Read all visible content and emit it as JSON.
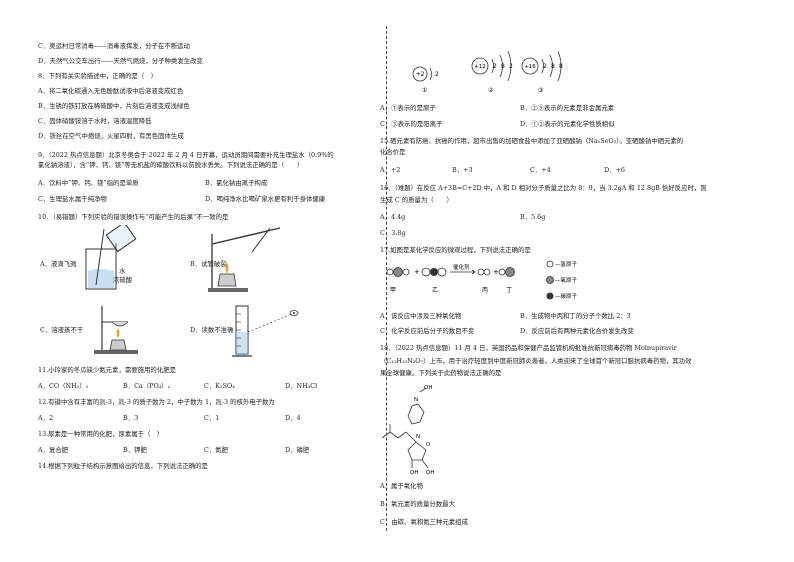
{
  "left": {
    "q7_c": "C．奥运村日常消毒——消毒液挥发，分子在不断运动",
    "q7_d": "D．天然气公交车出行——天然气燃烧，分子种类发生改变",
    "q8_stem": "8．下列有关实验描述中，正确的是（　）",
    "q8_a": "A．将二氧化碳通入无色酚酞试液中后溶液变成红色",
    "q8_b": "B．生锈的铁钉放在稀硫酸中，片刻后溶液变成浅绿色",
    "q8_c": "C．固体硝酸铵溶于水时，溶液温度降低",
    "q8_d": "D．铁丝在空气中燃烧，火星四射，有黑色固体生成",
    "q9_tag": "（2022 热点信息题）",
    "q9_stem_1": "9．（2022 热点信息题）北京冬奥会于 2022 年 2 月 4 日开幕，运动员期间需要补充生理盐水（0.9%的",
    "q9_stem_2": "氯化钠溶液），含“钾、钙、镁”等无机盐的碳酸饮料以防脱水丢失。下列说法正确的是（　　）",
    "q9_a": "A．饮料中“钾、钙、镁”指的是单质",
    "q9_b": "B．氯化钠由离子构成",
    "q9_c": "C．生理盐水属于纯净物",
    "q9_d": "D．喝纯净水比喝矿泉水更有利于身体健康",
    "q10_stem": "10．（易错题）下列实验的错误操作与“可能产生的后果”不一致的是",
    "q10_a": "A．液滴飞溅",
    "q10_a_label_water": "水",
    "q10_a_label_acid": "浓硫酸",
    "q10_b": "B．试管破裂",
    "q10_c": "C．溶液蒸不干",
    "q10_d": "D．读数不准确",
    "q11_stem": "11.小玲家的冬瓜缺少氮元素，需要施用的化肥是",
    "q11_a": "A．CO（NH₂）₂",
    "q11_b": "B．Ca（PO₄）₂",
    "q11_c": "C．K₂SO₄",
    "q11_d": "D．NH₄Cl",
    "q12_stem": "12.有键中含有丰富的氚-3，氚-3 的质子数为 2，中子数为 1，氚-3 的核外电子数为",
    "q12_a": "A．2",
    "q12_b": "B．3",
    "q12_c": "C．1",
    "q12_d": "D．4",
    "q13_stem": "13.尿素是一种常用的化肥，尿素属于（　）",
    "q13_a": "A．复合肥",
    "q13_b": "B．钾肥",
    "q13_c": "C．氮肥",
    "q13_d": "D．磷肥",
    "q14_stem": "14.根据下列粒子结构示意图给出的信息，下列说法正确的是"
  },
  "right": {
    "atoms": [
      {
        "nucleus": "+2",
        "shells": [
          "2"
        ],
        "label": "①"
      },
      {
        "nucleus": "+12",
        "shells": [
          "2",
          "8",
          "2"
        ],
        "label": "②"
      },
      {
        "nucleus": "+16",
        "shells": [
          "2",
          "8",
          "8"
        ],
        "label": "③"
      }
    ],
    "q14_a": "A．①表示的是原子",
    "q14_b": "B．②③表示的元素是非金属元素",
    "q14_c": "C．③表示的是阳离子",
    "q14_d": "D．①②表示的元素化学性质相似",
    "q15_stem_1": "15.硒元素有防癌、抗癌的作用，超市出售的加硒食盐中添加了亚硒酸钠（Na₂SeO₃）。亚硒酸钠中硒元素的",
    "q15_stem_2": "化合价是",
    "q15_a": "A．+2",
    "q15_b": "B．+3",
    "q15_c": "C．+4",
    "q15_d": "D．+6",
    "q16_stem_1": "16．（难题）在反应 A+3B=C+2D 中，A 和 D 相对分子质量之比为 8：9，当 3.2gA 和 12.8gB 恰好反应时，则",
    "q16_stem_2": "生成 C 的质量为（　　）",
    "q16_a": "A．4.4g",
    "q16_b": "B．5.6g",
    "q16_c": "C．3.8g",
    "q17_stem": "17.如图是某化学反应的微观过程，下列说法正确的是",
    "q17_catalyst": "催化剂",
    "q17_names": [
      "甲",
      "乙",
      "丙",
      "丁"
    ],
    "q17_legend": [
      "—氢原子",
      "—氧原子",
      "—碳原子"
    ],
    "q17_a": "A．该反应中涉及三种氧化物",
    "q17_b": "B．生成物中丙和丁的分子个数比 2：3",
    "q17_c": "C．化学反应前后分子的数目不变",
    "q17_d": "D．反应前后有两种元素化合价发生改变",
    "q18_tag": "（2022 热点信息题）",
    "q18_stem_1": "18．（2022 热点信息题）11 月 4 日，英国药品和保健产品监管机构批准抗新冠病毒药物 Molnupiravir",
    "q18_stem_2": "（C₁₃H₁₉N₃O₇）上市，用于治疗轻度到中度新冠肺炎患者。人类迎来了全球首个新冠口服抗病毒药物，其功效",
    "q18_stem_3": "果全球健康。下列关于此药物说法正确的是",
    "mol_labels": {
      "oh1": "OH",
      "n": "N",
      "o_ring": "O",
      "oh2": "OH",
      "oh3": "OH",
      "nh": "N"
    },
    "q18_a": "A．属于氧化物",
    "q18_b": "B．氧元素的质量分数最大",
    "q18_c": "C．由碳、氧和氮三种元素组成"
  }
}
